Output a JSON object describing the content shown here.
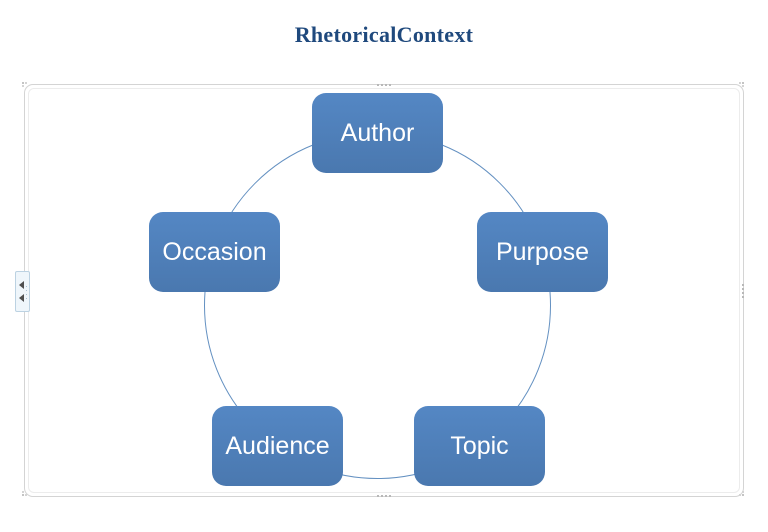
{
  "page": {
    "title": "RhetoricalContext"
  },
  "diagram": {
    "type": "basic-cycle",
    "nodes": [
      {
        "id": "author",
        "label": "Author"
      },
      {
        "id": "purpose",
        "label": "Purpose"
      },
      {
        "id": "topic",
        "label": "Topic"
      },
      {
        "id": "audience",
        "label": "Audience"
      },
      {
        "id": "occasion",
        "label": "Occasion"
      }
    ]
  },
  "colors": {
    "node_fill": "#4f81bd",
    "node_text": "#ffffff",
    "title_text": "#1f497d",
    "connector": "#6390c1",
    "frame_border": "#d4d4d4",
    "toggle_bg": "#eff6fb"
  },
  "icons": {
    "text_pane_toggle": "chevrons-left-icon",
    "resize_grips": "dot-grip-icon"
  }
}
